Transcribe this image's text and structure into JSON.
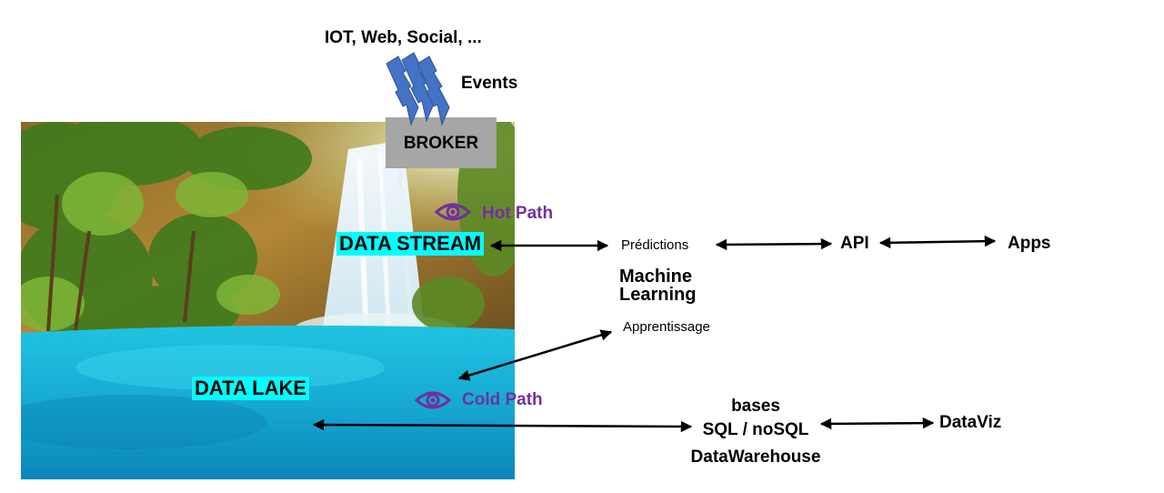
{
  "diagram": {
    "sources_label": "IOT, Web, Social, ...",
    "events_label": "Events",
    "broker_label": "BROKER",
    "data_stream_label": "DATA STREAM",
    "data_lake_label": "DATA LAKE",
    "hot_path_label": "Hot Path",
    "cold_path_label": "Cold Path",
    "predictions_label": "Prédictions",
    "machine_learning_line1": "Machine",
    "machine_learning_line2": "Learning",
    "learning_label": "Apprentissage",
    "api_label": "API",
    "apps_label": "Apps",
    "bases_line1": "bases",
    "bases_line2": "SQL / noSQL",
    "datawarehouse_label": "DataWarehouse",
    "dataviz_label": "DataViz"
  },
  "colors": {
    "tag_background": "#00ffff",
    "path_label": "#7030a0",
    "broker_background": "#a6a6a6",
    "lightning": "#4472c4"
  },
  "icons": [
    "lightning-icon",
    "eye-icon",
    "double-arrow-icon"
  ]
}
